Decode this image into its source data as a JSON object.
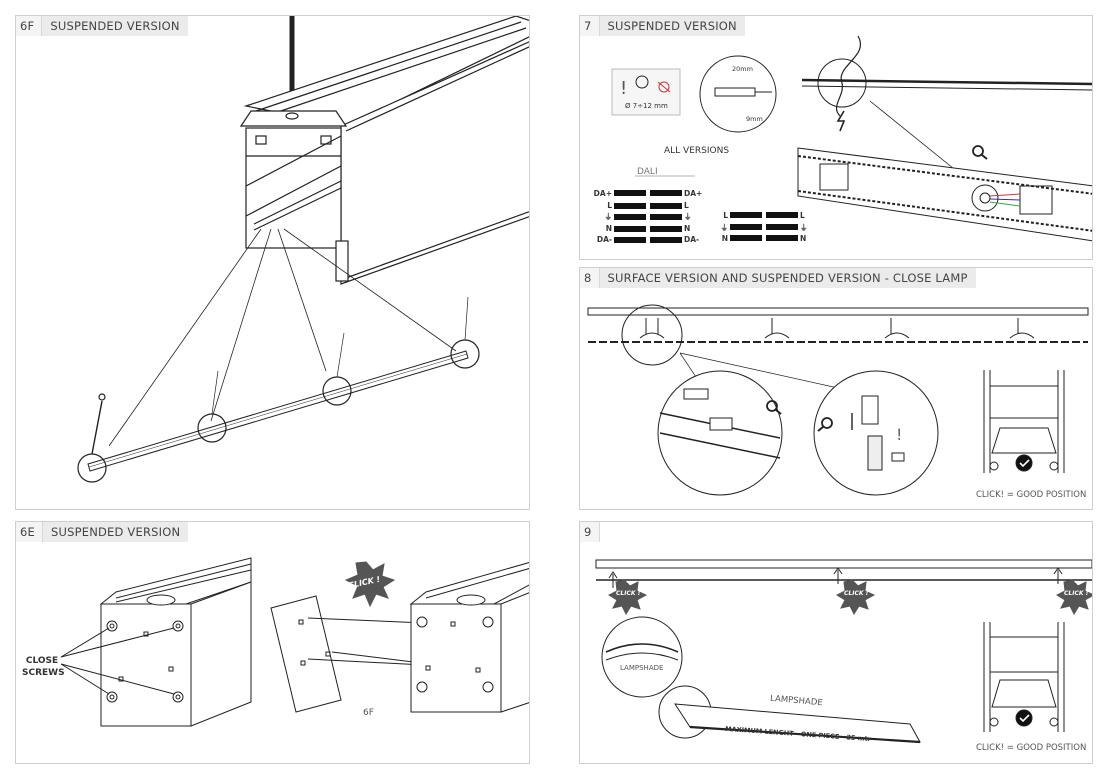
{
  "panels": {
    "p6f": {
      "num": "6F",
      "title": "SUSPENDED VERSION"
    },
    "p7": {
      "num": "7",
      "title": "SUSPENDED VERSION",
      "all_versions": "ALL VERSIONS",
      "dali": "DALI",
      "strip_top": "20mm",
      "strip_bottom": "9mm",
      "diameter": "Ø 7÷12 mm",
      "dali_left": [
        "DA+",
        "L",
        "⏚",
        "N",
        "DA-"
      ],
      "dali_right": [
        "DA+",
        "L",
        "⏚",
        "N",
        "DA-"
      ],
      "std_left": [
        "L",
        "⏚",
        "N"
      ],
      "std_right": [
        "L",
        "⏚",
        "N"
      ]
    },
    "p8": {
      "num": "8",
      "title": "SURFACE VERSION AND SUSPENDED VERSION - CLOSE LAMP",
      "good": "CLICK! = GOOD POSITION"
    },
    "p6e": {
      "num": "6E",
      "title": "SUSPENDED VERSION",
      "close_screws": [
        "CLOSE",
        "SCREWS"
      ],
      "click": "CLICK !",
      "ref": "6F"
    },
    "p9": {
      "num": "9",
      "click": "CLICK !",
      "lampshade_small": "LAMPSHADE",
      "lampshade": "LAMPSHADE",
      "max_length": "MAXIMUM LENGHT - ONE PIECE - 25 mtr",
      "good": "CLICK! = GOOD POSITION"
    }
  }
}
